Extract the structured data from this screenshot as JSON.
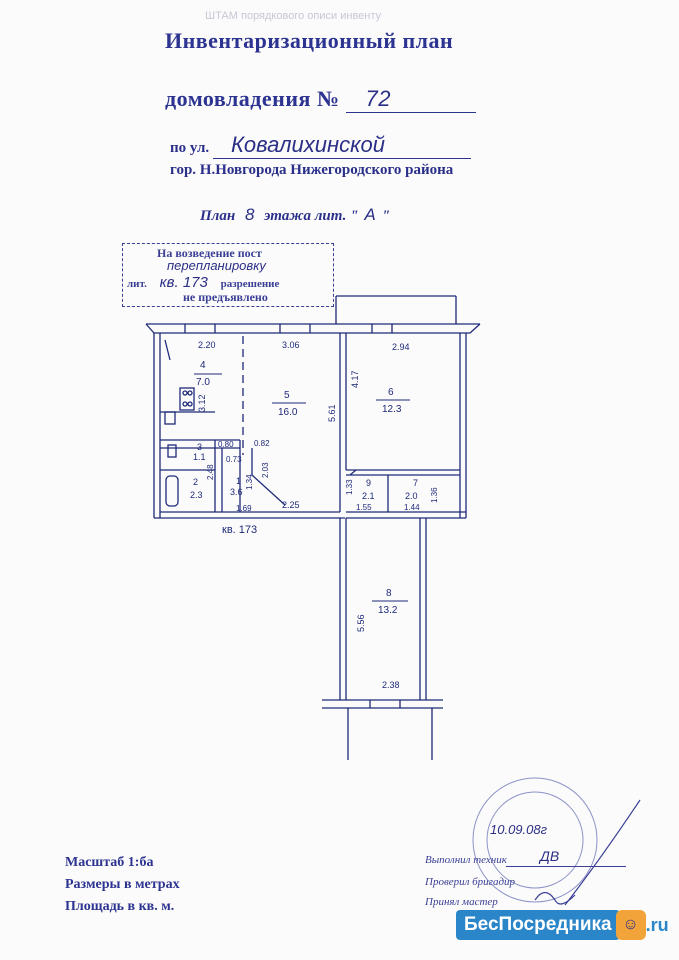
{
  "header": {
    "faint_top": "ШТАМ порядкового описи инвенту",
    "title_line1": "Инвентаризационный план",
    "title_line2_prefix": "домовладения №",
    "house_number": "72",
    "street_prefix": "по ул.",
    "street_name": "Ковалихинской",
    "city_line": "гор. Н.Новгорода Нижегородского района"
  },
  "plan_line": {
    "prefix": "План",
    "floor": "8",
    "middle": "этажа лит. \"",
    "letter": "А",
    "suffix": "\""
  },
  "stamp": {
    "line1": "На возведение пост",
    "handwritten": "перепланировку",
    "line2_prefix": "лит.",
    "apartment": "кв. 173",
    "line2_suffix": "разрешение",
    "line3": "не предъявлено"
  },
  "floorplan": {
    "rooms": [
      {
        "number": "4",
        "area": "7.0"
      },
      {
        "number": "5",
        "area": "16.0"
      },
      {
        "number": "6",
        "area": "12.3"
      },
      {
        "number": "3",
        "area": "1.1"
      },
      {
        "number": "2",
        "area": "2.3"
      },
      {
        "number": "1",
        "area": "3.6"
      },
      {
        "number": "9",
        "area": "2.1"
      },
      {
        "number": "7",
        "area": "2.0"
      },
      {
        "number": "8",
        "area": "13.2"
      }
    ],
    "dimensions": {
      "d_220": "2.20",
      "d_306": "3.06",
      "d_294": "2.94",
      "d_312": "3.12",
      "d_561": "5.61",
      "d_417": "4.17",
      "d_080": "0.80",
      "d_082": "0.82",
      "d_073": "0.73",
      "d_248": "2.48",
      "d_134": "1.34",
      "d_203": "2.03",
      "d_169": "1.69",
      "d_225": "2.25",
      "d_133": "1.33",
      "d_136": "1.36",
      "d_155": "1.55",
      "d_144": "1.44",
      "d_556": "5.56",
      "d_238": "2.38"
    },
    "apartment_label": "кв. 173"
  },
  "signature": {
    "date": "10.09.08г",
    "executed_label": "Выполнил техник",
    "executed_sign": "ДВ",
    "checked_label": "Проверил бригадир",
    "accepted_label": "Принял мастер"
  },
  "footer": {
    "scale": "Масштаб 1:ба",
    "sizes": "Размеры в метрах",
    "area": "Площадь в кв. м."
  },
  "watermark": {
    "brand": "БесПосредника",
    "suffix": ".ru"
  },
  "colors": {
    "ink": "#2c3390",
    "plan_ink": "#1f2a7a",
    "badge_bg": "#2a86c9"
  }
}
